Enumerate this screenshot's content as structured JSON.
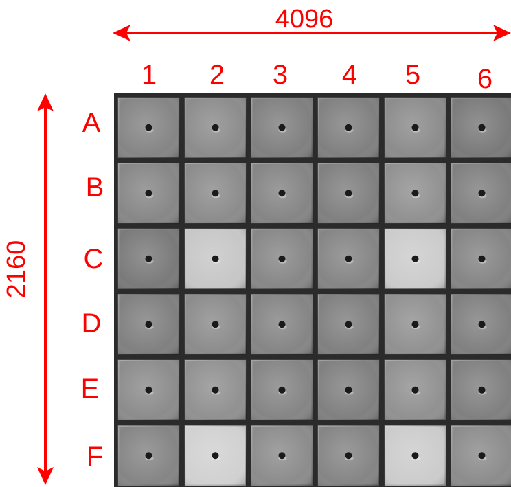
{
  "annotation_color": "#ff0000",
  "width_label": "4096",
  "height_label": "2160",
  "columns": [
    "1",
    "2",
    "3",
    "4",
    "5",
    "6"
  ],
  "rows": [
    "A",
    "B",
    "C",
    "D",
    "E",
    "F"
  ],
  "tile_brightness": [
    [
      0.52,
      0.55,
      0.5,
      0.5,
      0.55,
      0.48
    ],
    [
      0.53,
      0.55,
      0.52,
      0.5,
      0.57,
      0.5
    ],
    [
      0.48,
      0.78,
      0.53,
      0.52,
      0.8,
      0.52
    ],
    [
      0.5,
      0.55,
      0.52,
      0.5,
      0.57,
      0.5
    ],
    [
      0.55,
      0.57,
      0.52,
      0.5,
      0.57,
      0.5
    ],
    [
      0.52,
      0.82,
      0.55,
      0.52,
      0.8,
      0.55
    ]
  ]
}
